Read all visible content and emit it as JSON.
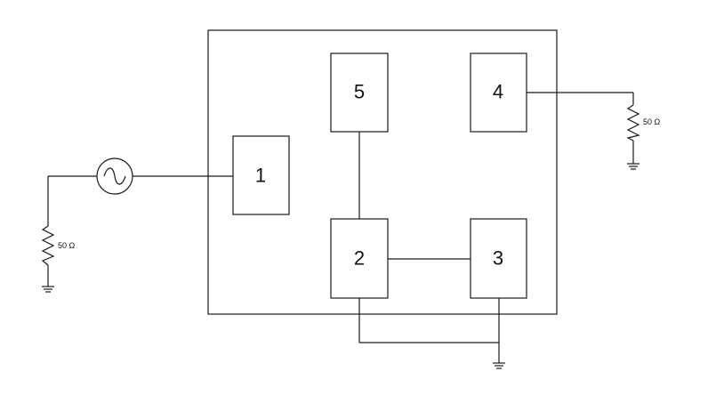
{
  "diagram": {
    "blocks": [
      {
        "id": "block-1",
        "label": "1"
      },
      {
        "id": "block-2",
        "label": "2"
      },
      {
        "id": "block-3",
        "label": "3"
      },
      {
        "id": "block-4",
        "label": "4"
      },
      {
        "id": "block-5",
        "label": "5"
      }
    ],
    "resistors": [
      {
        "id": "resistor-left",
        "value": "50 Ω"
      },
      {
        "id": "resistor-right",
        "value": "50 Ω"
      }
    ],
    "source": {
      "type": "ac-source"
    },
    "grounds": [
      "ground-left",
      "ground-right",
      "ground-bottom"
    ],
    "connections": [
      [
        "source",
        "block-1"
      ],
      [
        "block-5",
        "block-2"
      ],
      [
        "block-2",
        "block-3"
      ],
      [
        "block-4",
        "resistor-right"
      ],
      [
        "block-2",
        "ground-bottom"
      ],
      [
        "block-3",
        "ground-bottom"
      ]
    ]
  }
}
